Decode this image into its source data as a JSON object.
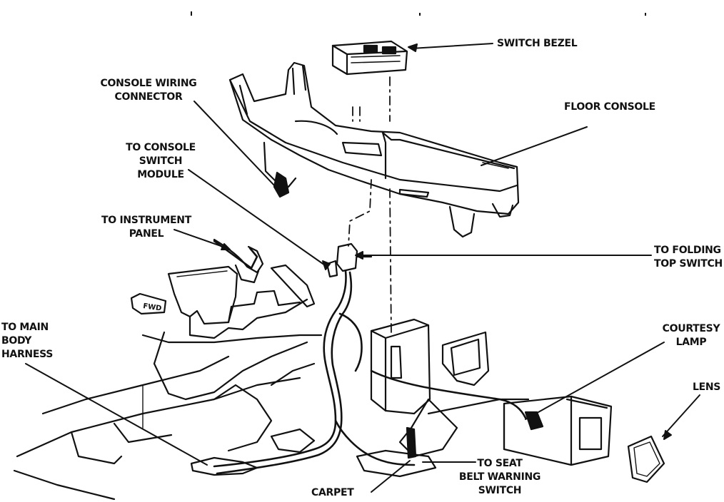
{
  "colors": {
    "ink": "#111111",
    "paper": "#ffffff"
  },
  "labels": {
    "switch_bezel": "SWITCH BEZEL",
    "console_wiring_connector": [
      "CONSOLE WIRING",
      "CONNECTOR"
    ],
    "floor_console": "FLOOR CONSOLE",
    "to_console_switch_module": [
      "TO CONSOLE",
      "SWITCH",
      "MODULE"
    ],
    "to_instrument_panel": [
      "TO INSTRUMENT",
      "PANEL"
    ],
    "to_folding_top_switch": [
      "TO FOLDING",
      "TOP SWITCH"
    ],
    "to_main_body_harness": [
      "TO MAIN",
      "BODY",
      "HARNESS"
    ],
    "courtesy_lamp": [
      "COURTESY",
      "LAMP"
    ],
    "lens": "LENS",
    "to_seat_belt_warning_switch": [
      "TO SEAT",
      "BELT WARNING",
      "SWITCH"
    ],
    "carpet": "CARPET",
    "fwd_arrow": "FWD"
  }
}
